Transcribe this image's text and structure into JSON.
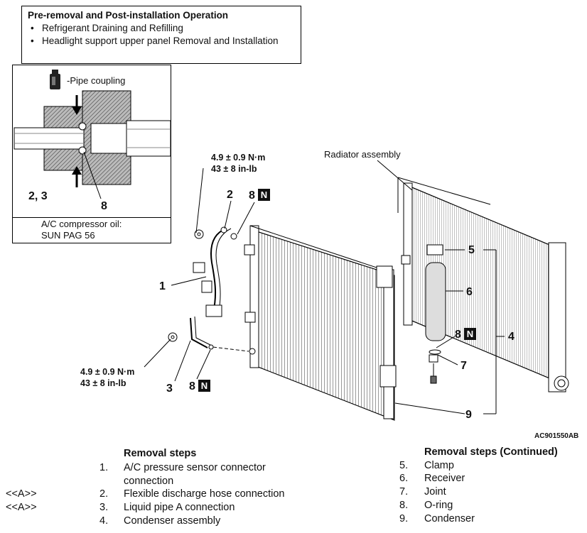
{
  "pre_op": {
    "title": "Pre-removal and Post-installation Operation",
    "items": [
      "Refrigerant Draining and Refilling",
      "Headlight support upper panel Removal and Installation"
    ]
  },
  "coupling": {
    "legend": "-Pipe coupling",
    "callout_23": "2, 3",
    "callout_8": "8",
    "oil_line1": "A/C compressor oil:",
    "oil_line2": "SUN PAG 56"
  },
  "diagram": {
    "radiator_label": "Radiator assembly",
    "torque_top_1": "4.9 ± 0.9 N·m",
    "torque_top_2": "43 ± 8 in-lb",
    "torque_bot_1": "4.9 ± 0.9 N·m",
    "torque_bot_2": "43 ± 8 in-lb",
    "callouts": {
      "c1": "1",
      "c2": "2",
      "c3": "3",
      "c4": "4",
      "c5": "5",
      "c6": "6",
      "c7": "7",
      "c8a": "8",
      "c8b": "8",
      "c8c": "8",
      "c9": "9"
    },
    "n_mark": "N",
    "figure_code": "AC901550AB"
  },
  "steps_left": {
    "heading": "Removal steps",
    "items": [
      {
        "num": "1.",
        "text": "A/C pressure sensor connector",
        "text2": "connection",
        "ref": ""
      },
      {
        "num": "2.",
        "text": "Flexible discharge hose connection",
        "ref": "<<A>>"
      },
      {
        "num": "3.",
        "text": "Liquid pipe A connection",
        "ref": "<<A>>"
      },
      {
        "num": "4.",
        "text": "Condenser assembly",
        "ref": ""
      }
    ]
  },
  "steps_right": {
    "heading": "Removal steps (Continued)",
    "items": [
      {
        "num": "5.",
        "text": "Clamp"
      },
      {
        "num": "6.",
        "text": "Receiver"
      },
      {
        "num": "7.",
        "text": "Joint"
      },
      {
        "num": "8.",
        "text": "O-ring"
      },
      {
        "num": "9.",
        "text": "Condenser"
      }
    ]
  }
}
